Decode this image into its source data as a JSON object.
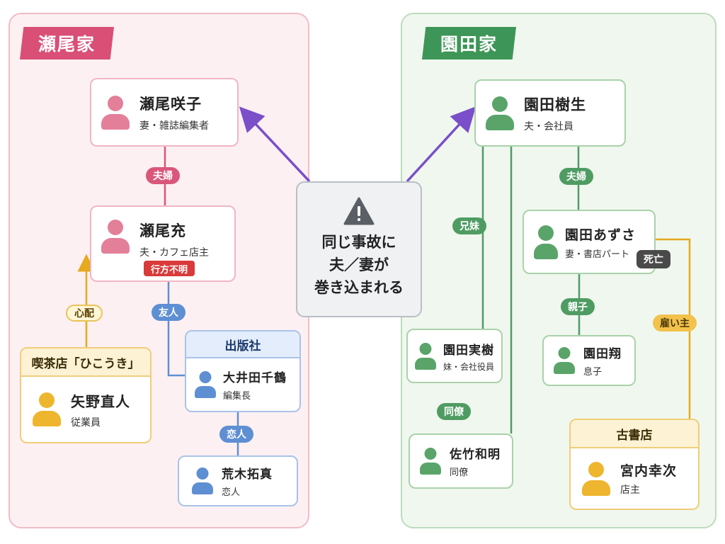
{
  "families": {
    "seo": {
      "title": "瀬尾家"
    },
    "sono": {
      "title": "園田家"
    }
  },
  "center": {
    "lines": [
      "同じ事故に",
      "夫／妻が",
      "巻き込まれる"
    ],
    "icon": "warning-icon"
  },
  "people": {
    "seo_sakiko": {
      "name": "瀬尾咲子",
      "role": "妻・雑誌編集者"
    },
    "seo_mitsuru": {
      "name": "瀬尾充",
      "role": "夫・カフェ店主",
      "status": "行方不明"
    },
    "yano_naoto": {
      "name": "矢野直人",
      "role": "従業員"
    },
    "ooida_chizuru": {
      "name": "大井田千鶴",
      "role": "編集長"
    },
    "araki_takuma": {
      "name": "荒木拓真",
      "role": "恋人"
    },
    "sonoda_itsuki": {
      "name": "園田樹生",
      "role": "夫・会社員"
    },
    "sonoda_azusa": {
      "name": "園田あずさ",
      "role": "妻・書店パート",
      "status": "死亡"
    },
    "sonoda_miki": {
      "name": "園田実樹",
      "role": "妹・会社役員"
    },
    "sonoda_sho": {
      "name": "園田翔",
      "role": "息子"
    },
    "satake_kazuaki": {
      "name": "佐竹和明",
      "role": "同僚"
    },
    "miyauchi_koji": {
      "name": "宮内幸次",
      "role": "店主"
    }
  },
  "groups": {
    "cafe": "喫茶店「ひこうき」",
    "publisher": "出版社",
    "bookstore": "古書店"
  },
  "relations": {
    "seo_couple": "夫婦",
    "friend": "友人",
    "worry": "心配",
    "lovers": "恋人",
    "sono_couple": "夫婦",
    "siblings": "兄妹",
    "parent_child": "親子",
    "colleague": "同僚",
    "employer": "雇い主"
  },
  "colors": {
    "seo_accent": "#d94f76",
    "sono_accent": "#3d9657",
    "publisher": "#5f8fd3",
    "shop": "#f2c24c",
    "arrow": "#7a4fc9",
    "missing": "#d93a3a",
    "deceased": "#4a4a4a"
  }
}
